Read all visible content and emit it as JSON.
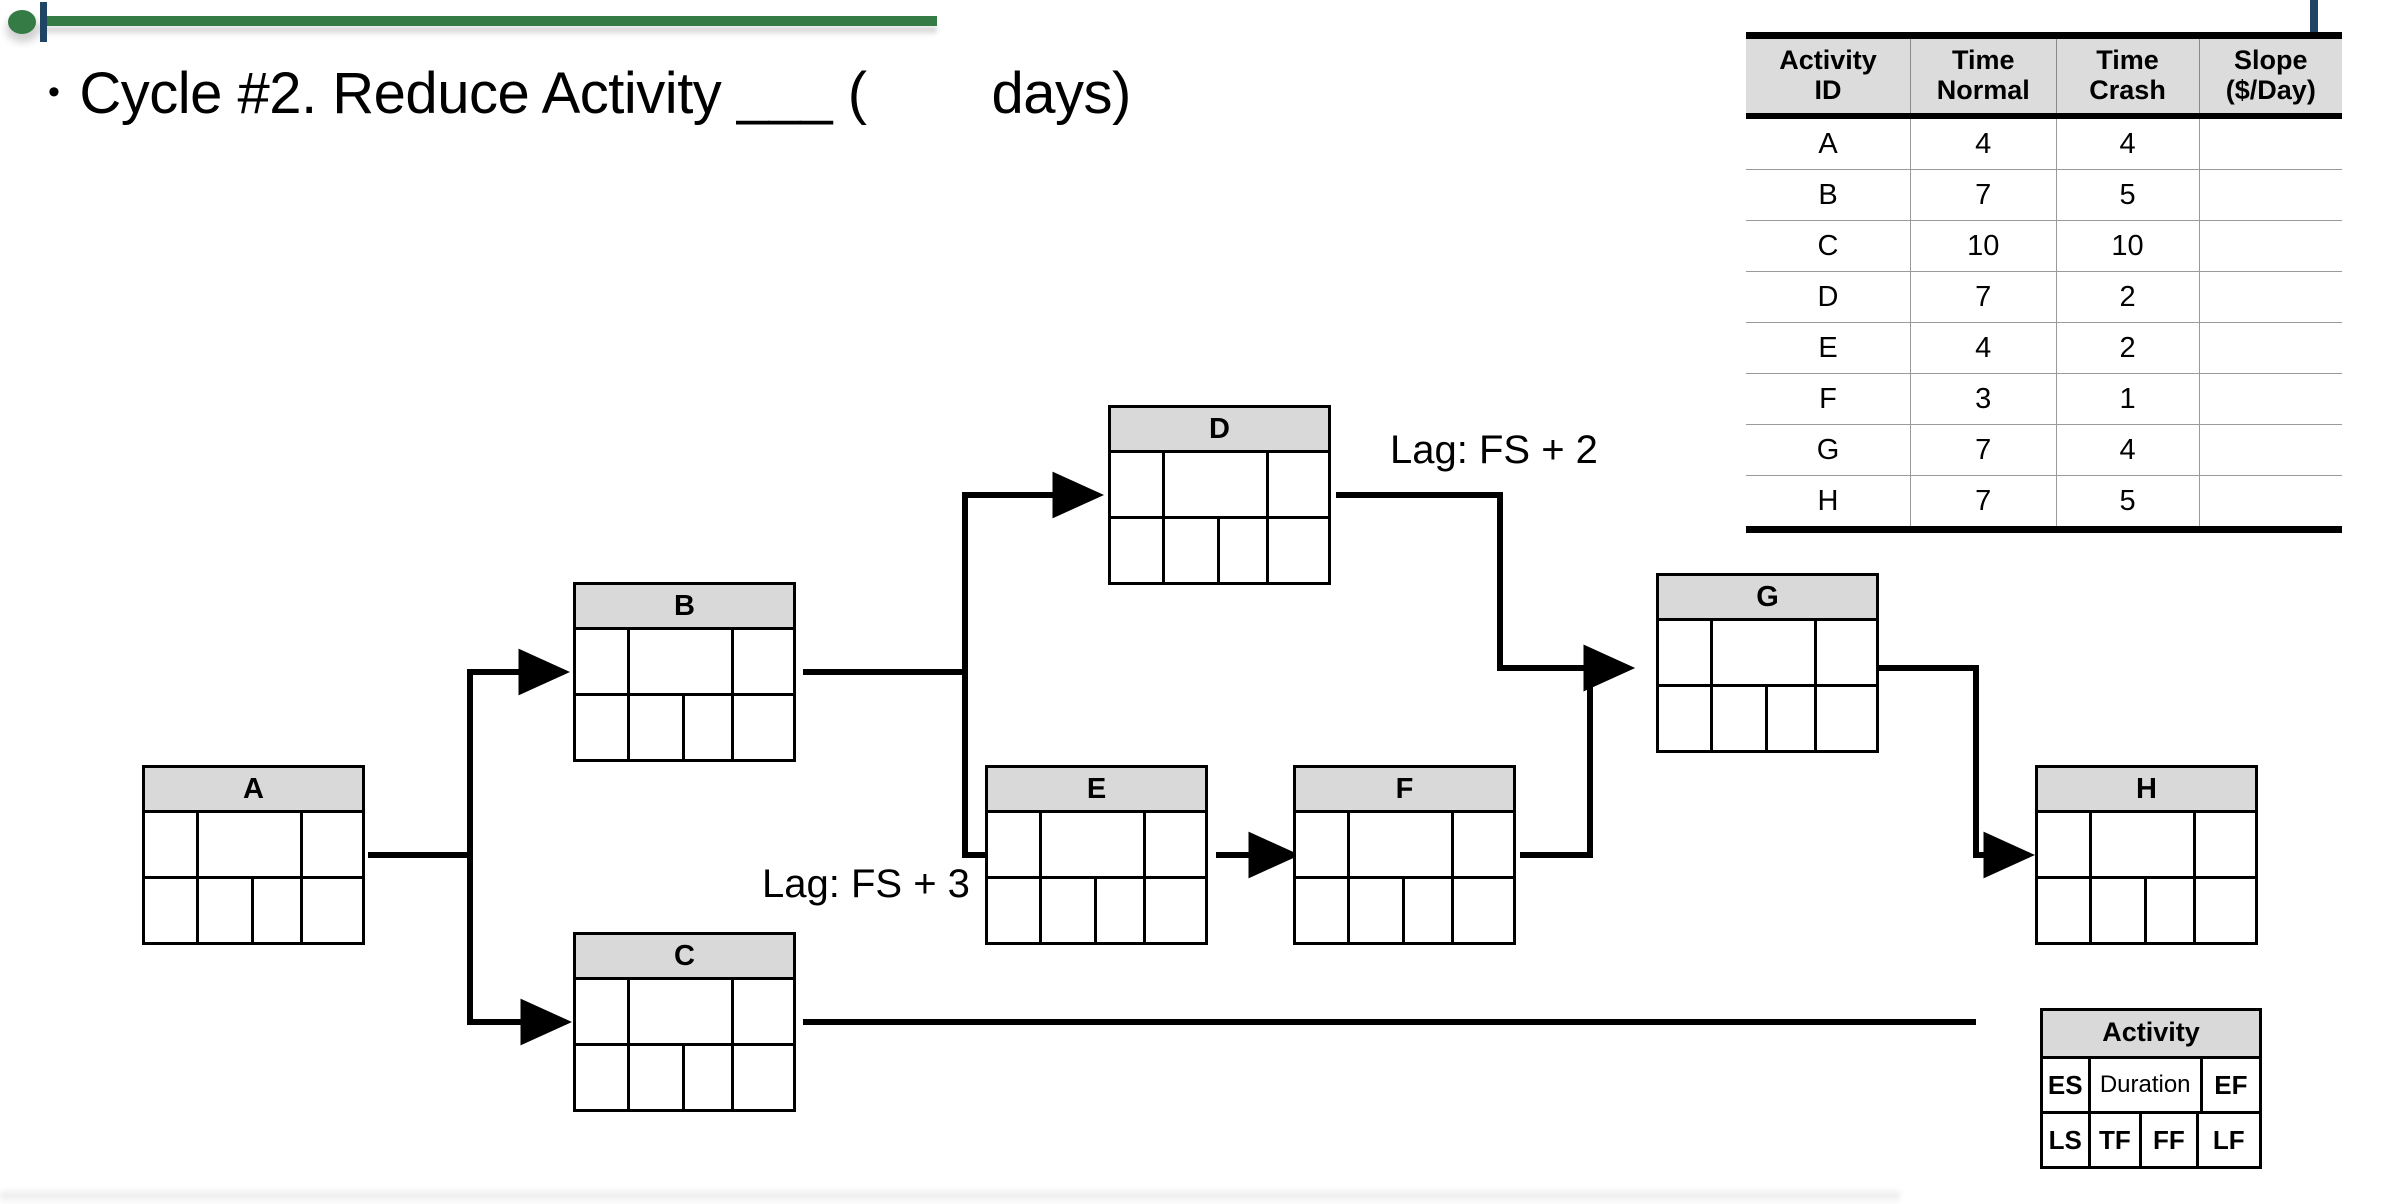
{
  "slide": {
    "title_bullet": "•",
    "title_text": "Cycle #2. Reduce Activity ___ (        days)"
  },
  "crash_table": {
    "headers": [
      "Activity ID",
      "Time Normal",
      "Time Crash",
      "Slope ($/Day)"
    ],
    "header_lines": [
      [
        "Activity",
        "ID"
      ],
      [
        "Time",
        "Normal"
      ],
      [
        "Time",
        "Crash"
      ],
      [
        "Slope",
        "($/Day)"
      ]
    ],
    "rows": [
      {
        "id": "A",
        "time_normal": "4",
        "time_crash": "4",
        "slope": ""
      },
      {
        "id": "B",
        "time_normal": "7",
        "time_crash": "5",
        "slope": ""
      },
      {
        "id": "C",
        "time_normal": "10",
        "time_crash": "10",
        "slope": ""
      },
      {
        "id": "D",
        "time_normal": "7",
        "time_crash": "2",
        "slope": ""
      },
      {
        "id": "E",
        "time_normal": "4",
        "time_crash": "2",
        "slope": ""
      },
      {
        "id": "F",
        "time_normal": "3",
        "time_crash": "1",
        "slope": ""
      },
      {
        "id": "G",
        "time_normal": "7",
        "time_crash": "4",
        "slope": ""
      },
      {
        "id": "H",
        "time_normal": "7",
        "time_crash": "5",
        "slope": ""
      }
    ]
  },
  "network": {
    "nodes": [
      {
        "id": "A",
        "label": "A",
        "es": "",
        "duration": "",
        "ef": "",
        "ls": "",
        "tf": "",
        "ff": "",
        "lf": ""
      },
      {
        "id": "B",
        "label": "B",
        "es": "",
        "duration": "",
        "ef": "",
        "ls": "",
        "tf": "",
        "ff": "",
        "lf": ""
      },
      {
        "id": "C",
        "label": "C",
        "es": "",
        "duration": "",
        "ef": "",
        "ls": "",
        "tf": "",
        "ff": "",
        "lf": ""
      },
      {
        "id": "D",
        "label": "D",
        "es": "",
        "duration": "",
        "ef": "",
        "ls": "",
        "tf": "",
        "ff": "",
        "lf": ""
      },
      {
        "id": "E",
        "label": "E",
        "es": "",
        "duration": "",
        "ef": "",
        "ls": "",
        "tf": "",
        "ff": "",
        "lf": ""
      },
      {
        "id": "F",
        "label": "F",
        "es": "",
        "duration": "",
        "ef": "",
        "ls": "",
        "tf": "",
        "ff": "",
        "lf": ""
      },
      {
        "id": "G",
        "label": "G",
        "es": "",
        "duration": "",
        "ef": "",
        "ls": "",
        "tf": "",
        "ff": "",
        "lf": ""
      },
      {
        "id": "H",
        "label": "H",
        "es": "",
        "duration": "",
        "ef": "",
        "ls": "",
        "tf": "",
        "ff": "",
        "lf": ""
      }
    ],
    "lags": [
      {
        "id": "lag-d-g",
        "text": "Lag: FS + 2"
      },
      {
        "id": "lag-b-e",
        "text": "Lag: FS + 3"
      }
    ]
  },
  "legend": {
    "title": "Activity",
    "es": "ES",
    "duration": "Duration",
    "ef": "EF",
    "ls": "LS",
    "tf": "TF",
    "ff": "FF",
    "lf": "LF"
  },
  "colors": {
    "accent_green": "#347B45",
    "accent_blue": "#1F4464",
    "node_header_fill": "#D9D9D9",
    "table_header_fill": "#DCDCDC",
    "line_black": "#000000"
  }
}
